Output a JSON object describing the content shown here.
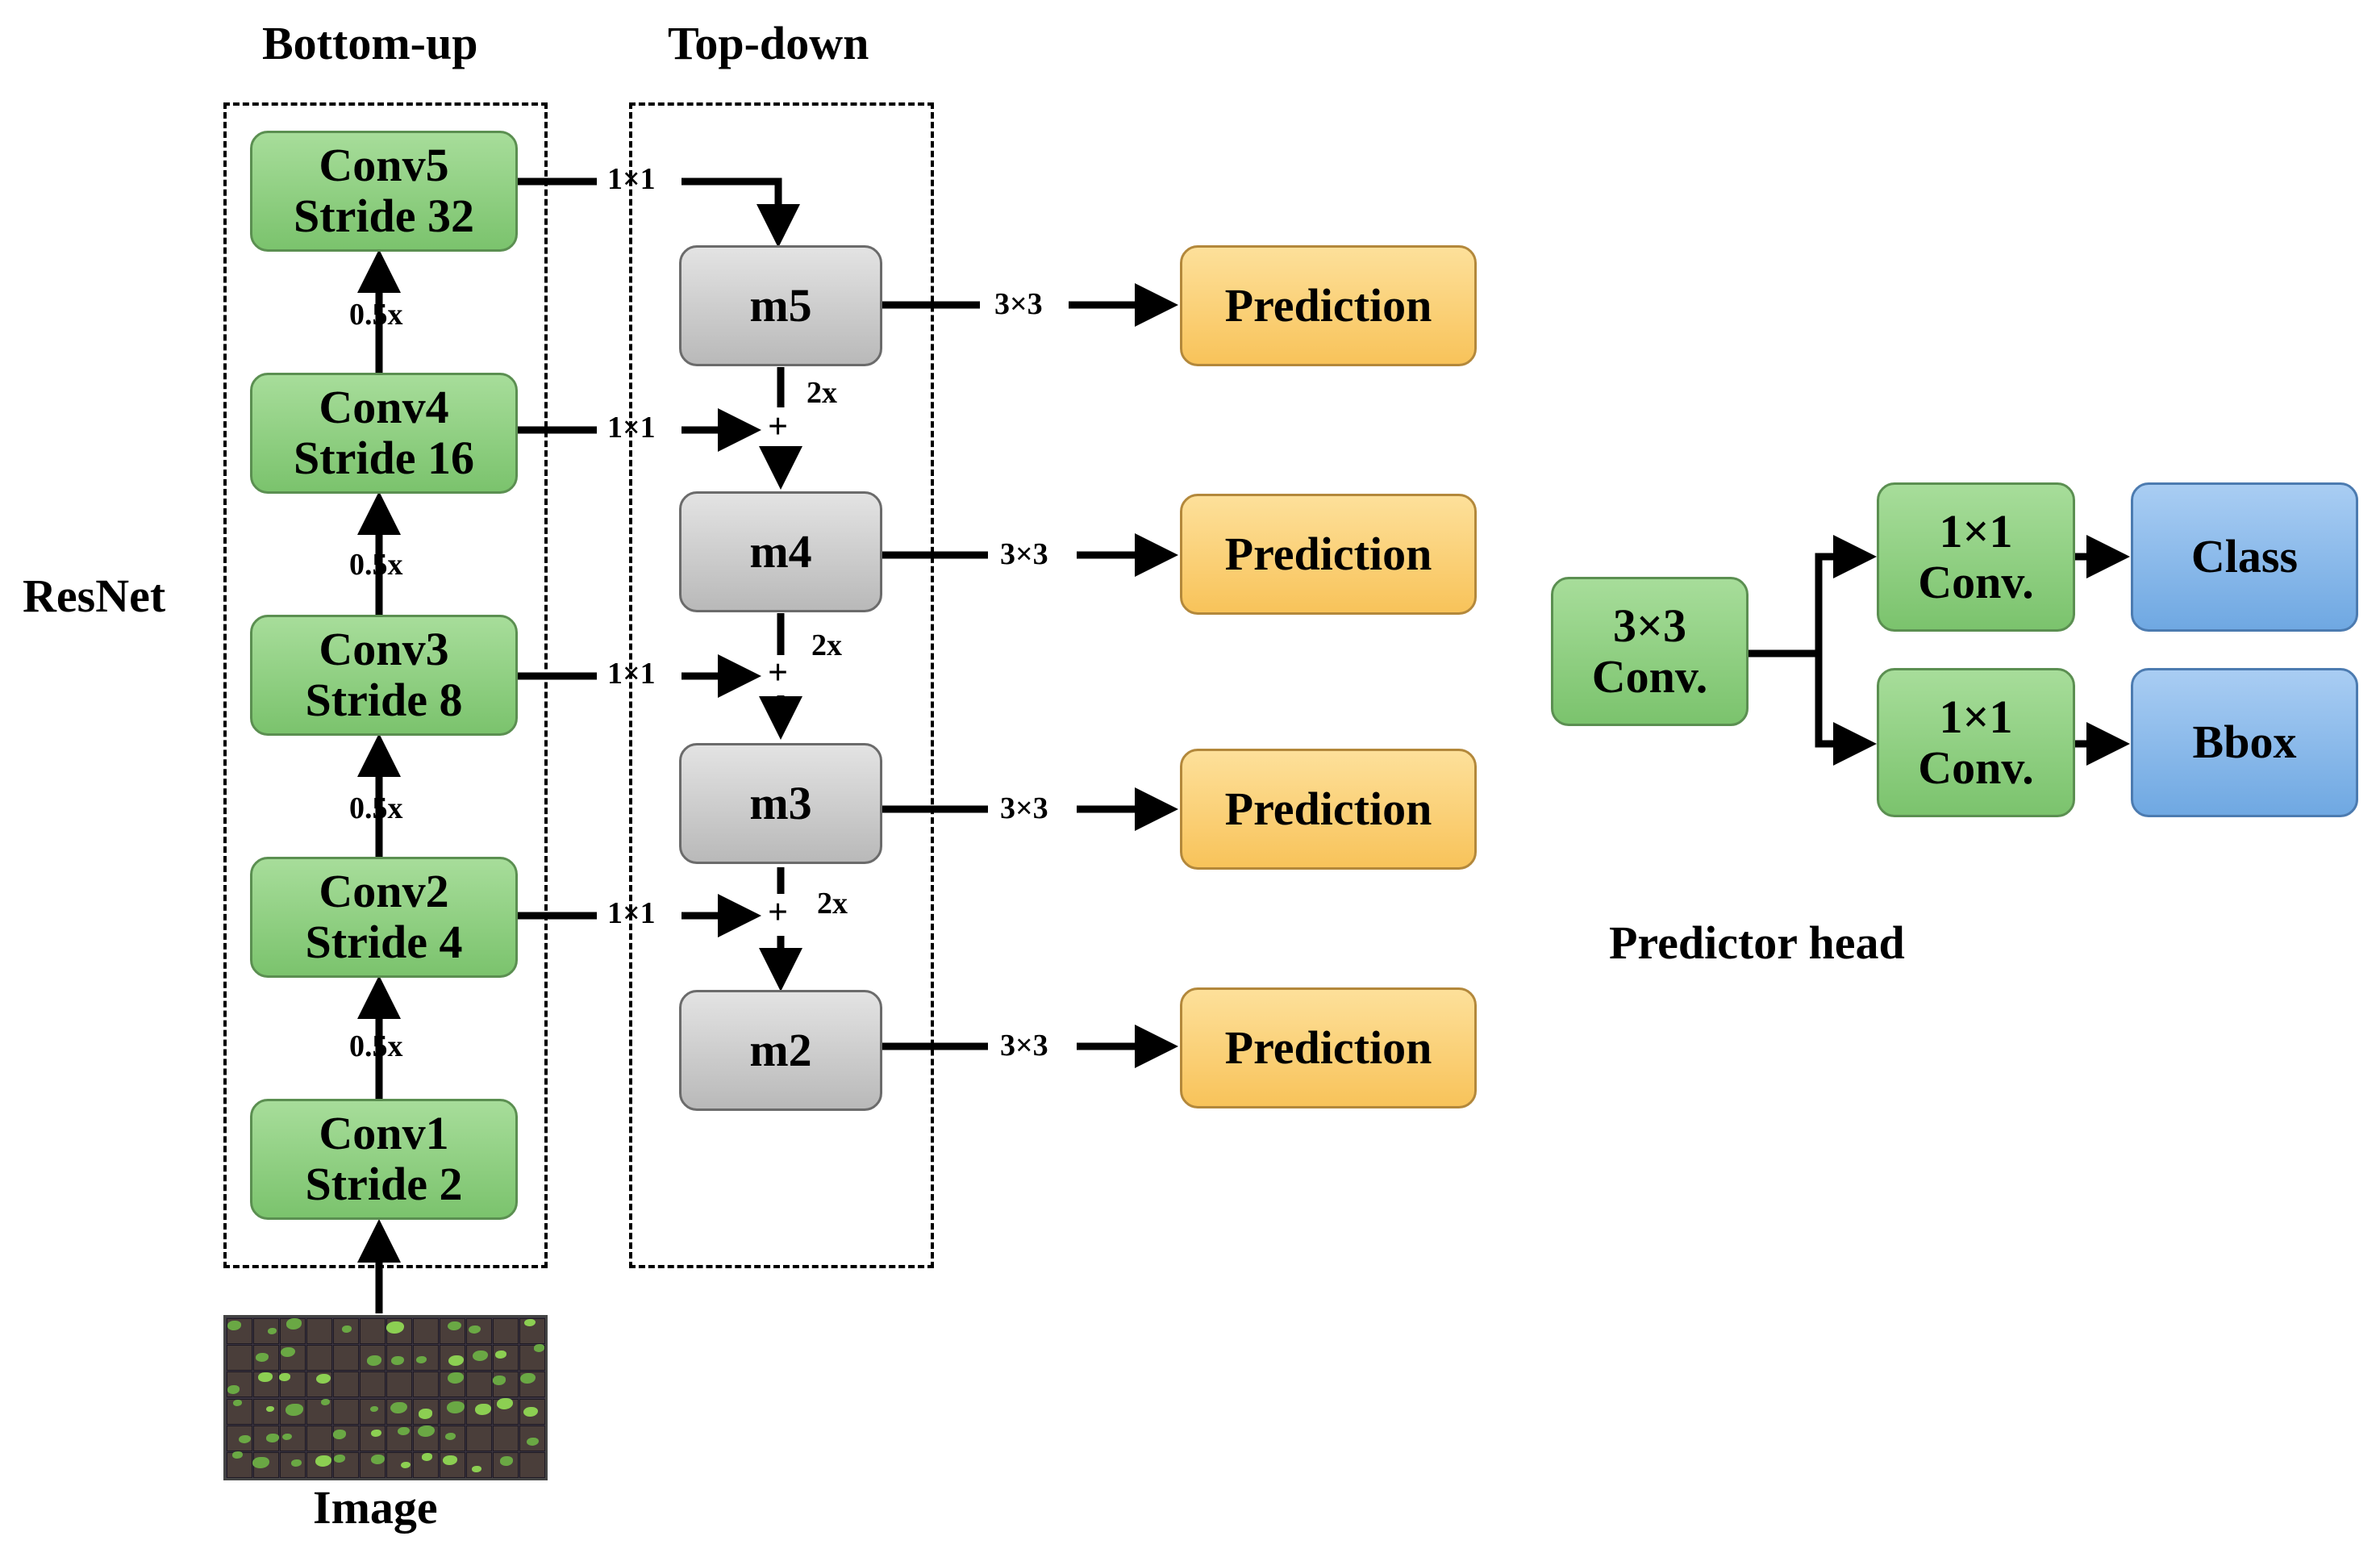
{
  "headings": {
    "bottom_up": "Bottom-up",
    "top_down": "Top-down",
    "resnet": "ResNet",
    "image": "Image",
    "predictor_head": "Predictor head"
  },
  "bottom_up": [
    {
      "name": "Conv5",
      "stride": "Stride 32"
    },
    {
      "name": "Conv4",
      "stride": "Stride 16"
    },
    {
      "name": "Conv3",
      "stride": "Stride 8"
    },
    {
      "name": "Conv2",
      "stride": "Stride 4"
    },
    {
      "name": "Conv1",
      "stride": "Stride 2"
    }
  ],
  "downsample_label": "0.5x",
  "lateral_label": "1×1",
  "upsample_label": "2x",
  "merge_label": "+",
  "top_down": [
    "m5",
    "m4",
    "m3",
    "m2"
  ],
  "pred_conv_label": "3×3",
  "prediction_label": "Prediction",
  "head": {
    "input": {
      "line1": "3×3",
      "line2": "Conv."
    },
    "branch_conv": {
      "line1": "1×1",
      "line2": "Conv."
    },
    "outputs": [
      "Class",
      "Bbox"
    ]
  },
  "colors": {
    "conv_green": "#8fd07f",
    "merge_gray": "#cfcfcf",
    "prediction_orange": "#fbd27a",
    "output_blue": "#8ebde9"
  }
}
